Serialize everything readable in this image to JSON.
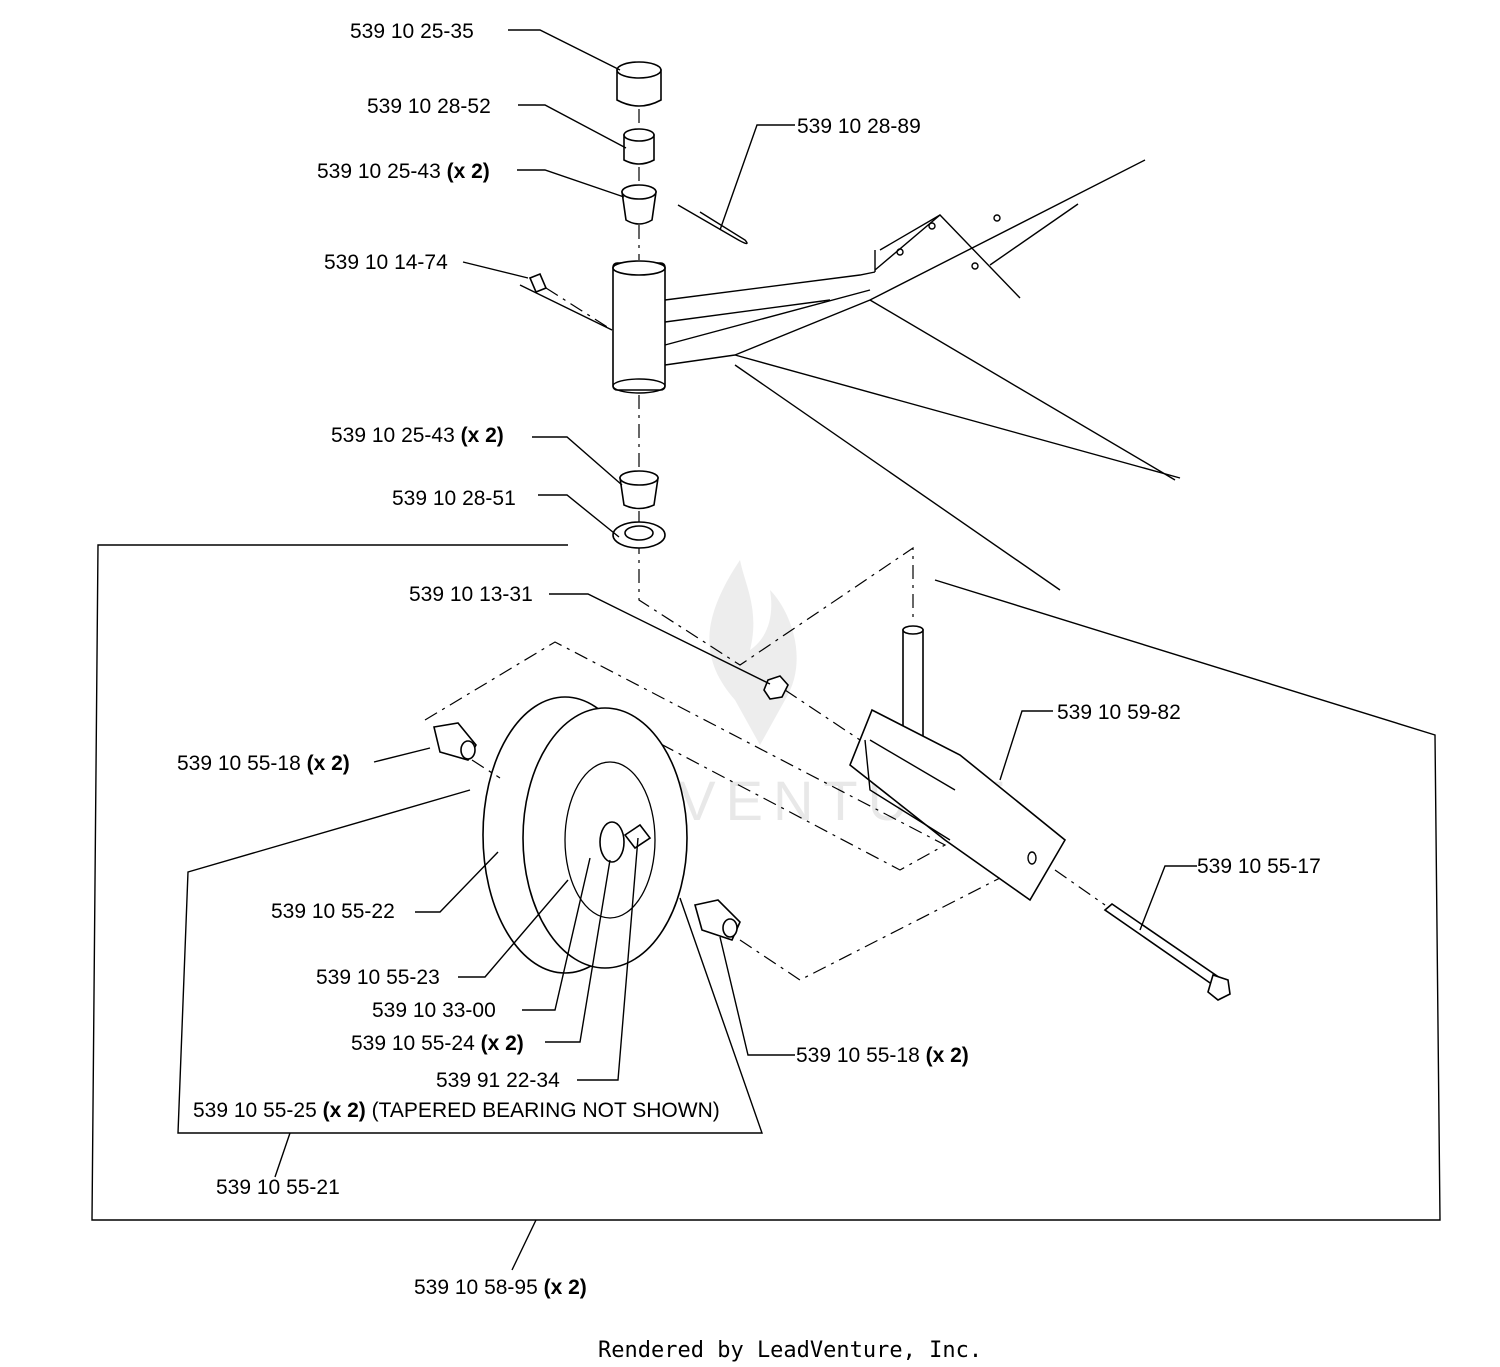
{
  "diagram": {
    "callouts": [
      {
        "part": "539 10 25-35",
        "qty": ""
      },
      {
        "part": "539 10 28-52",
        "qty": ""
      },
      {
        "part": "539 10 25-43",
        "qty": "(x 2)"
      },
      {
        "part": "539 10 28-89",
        "qty": ""
      },
      {
        "part": "539 10 14-74",
        "qty": ""
      },
      {
        "part": "539 10 25-43",
        "qty": "(x 2)"
      },
      {
        "part": "539 10 28-51",
        "qty": ""
      },
      {
        "part": "539 10 13-31",
        "qty": ""
      },
      {
        "part": "539 10 59-82",
        "qty": ""
      },
      {
        "part": "539 10 55-18",
        "qty": "(x 2)"
      },
      {
        "part": "539 10 55-22",
        "qty": ""
      },
      {
        "part": "539 10 55-17",
        "qty": ""
      },
      {
        "part": "539 10 55-23",
        "qty": ""
      },
      {
        "part": "539 10 33-00",
        "qty": ""
      },
      {
        "part": "539 10 55-24",
        "qty": "(x 2)"
      },
      {
        "part": "539 10 55-18",
        "qty": "(x 2)"
      },
      {
        "part": "539 91 22-34",
        "qty": ""
      },
      {
        "part": "539 10 55-25",
        "qty": "(x 2)",
        "note": "(TAPERED BEARING NOT SHOWN)"
      },
      {
        "part": "539 10 55-21",
        "qty": ""
      },
      {
        "part": "539 10 58-95",
        "qty": "(x 2)"
      }
    ],
    "watermark": "LEADVENTURE",
    "footer": "Rendered by LeadVenture, Inc."
  }
}
